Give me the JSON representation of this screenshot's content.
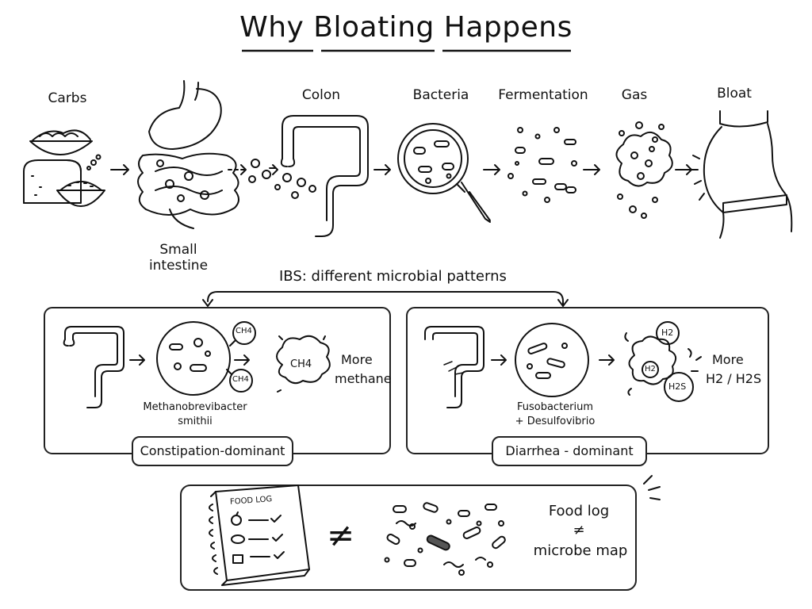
{
  "title": "Why Bloating Happens",
  "stages": [
    {
      "id": "carbs",
      "label": "Carbs"
    },
    {
      "id": "small-intestine",
      "label": "Small intestine"
    },
    {
      "id": "colon",
      "label": "Colon"
    },
    {
      "id": "bacteria",
      "label": "Bacteria"
    },
    {
      "id": "fermentation",
      "label": "Fermentation"
    },
    {
      "id": "gas",
      "label": "Gas"
    },
    {
      "id": "bloat",
      "label": "Bloat"
    }
  ],
  "ibs_heading": "IBS: different microbial patterns",
  "panels": {
    "left": {
      "label": "Constipation-dominant",
      "microbe": [
        "Methanobrevibacter",
        "smithii"
      ],
      "gas_bubbles": [
        "CH4",
        "CH4"
      ],
      "cloud_text": "CH4",
      "result": [
        "More",
        "methane"
      ]
    },
    "right": {
      "label": "Diarrhea - dominant",
      "microbe": [
        "Fusobacterium",
        "+ Desulfovibrio"
      ],
      "gas_bubbles": [
        "H2",
        "H2",
        "H2S"
      ],
      "result": [
        "More",
        "H2 / H2S"
      ]
    }
  },
  "bottom": {
    "notebook_title": "FOOD LOG",
    "not_equal_symbol": "≠",
    "caption": [
      "Food log",
      "≠",
      "microbe map"
    ]
  }
}
